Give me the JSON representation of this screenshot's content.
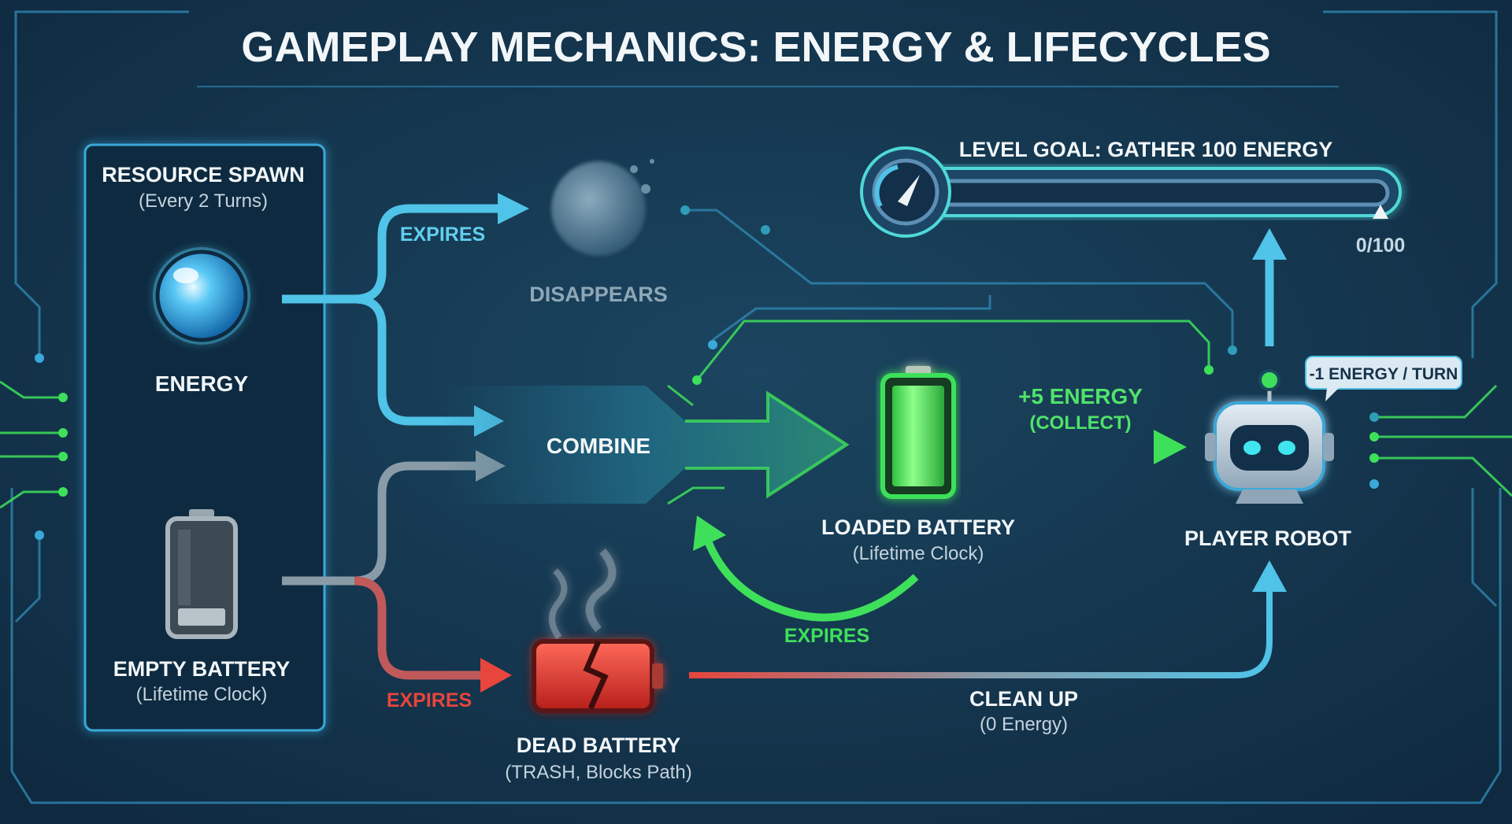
{
  "title": "GAMEPLAY MECHANICS: ENERGY & LIFECYCLES",
  "spawn_panel": {
    "heading": "RESOURCE SPAWN",
    "subheading": "(Every 2 Turns)",
    "energy_label": "ENERGY",
    "empty_battery_label": "EMPTY BATTERY",
    "empty_battery_sub": "(Lifetime Clock)"
  },
  "flow": {
    "energy_expires": "EXPIRES",
    "disappears": "DISAPPEARS",
    "combine": "COMBINE",
    "loaded_battery": "LOADED BATTERY",
    "loaded_battery_sub": "(Lifetime Clock)",
    "collect_value": "+5 ENERGY",
    "collect_sub": "(COLLECT)",
    "loaded_expires": "EXPIRES",
    "empty_expires": "EXPIRES",
    "dead_battery": "DEAD BATTERY",
    "dead_battery_sub": "(TRASH, Blocks Path)",
    "clean_up": "CLEAN UP",
    "clean_up_sub": "(0 Energy)"
  },
  "robot": {
    "label": "PLAYER ROBOT",
    "cost_bubble": "-1 ENERGY / TURN"
  },
  "goal": {
    "label": "LEVEL GOAL: GATHER 100 ENERGY",
    "progress_text": "0/100",
    "progress_fraction": 0
  },
  "colors": {
    "blue": "#4fc3e8",
    "green": "#3ee05a",
    "red": "#e8453c",
    "gray": "#8a9ba8",
    "background": "#123049"
  }
}
